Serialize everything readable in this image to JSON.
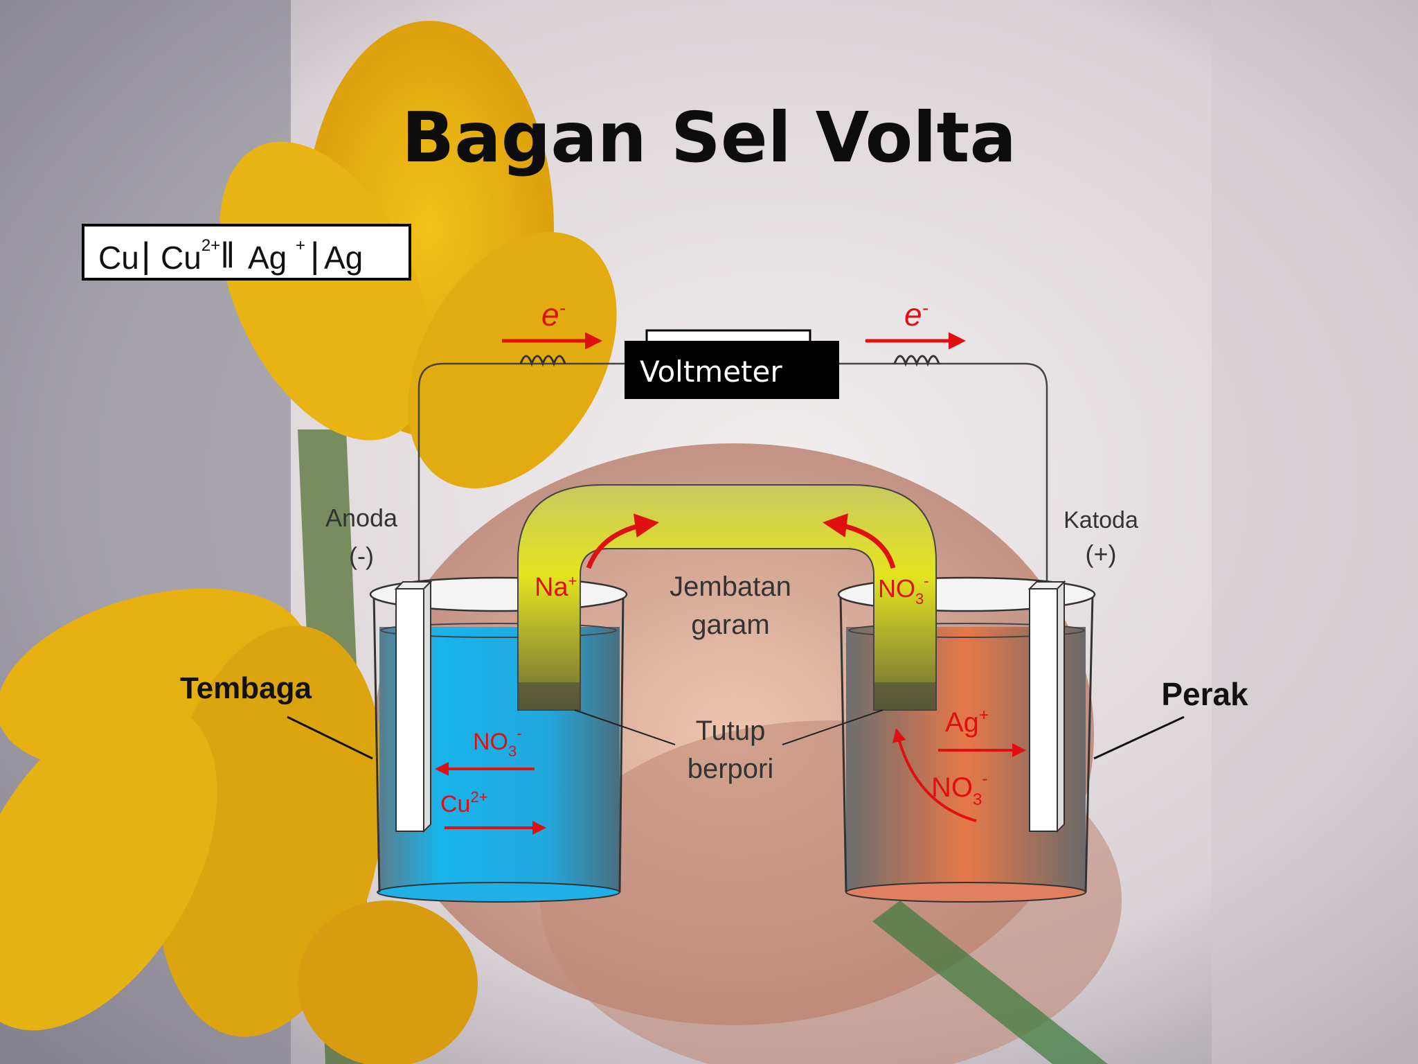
{
  "title": "Bagan Sel Volta",
  "cell_notation": {
    "cu": "Cu",
    "cu_ion": "Cu",
    "cu_charge": "2+",
    "ag_ion": "Ag",
    "ag_charge": "+",
    "ag": "Ag"
  },
  "voltmeter": "Voltmeter",
  "electron_label": "e",
  "electron_charge": "-",
  "anode": {
    "name": "Anoda",
    "sign": "(-)"
  },
  "cathode": {
    "name": "Katoda",
    "sign": "(+)"
  },
  "copper": "Tembaga",
  "silver": "Perak",
  "salt_bridge": {
    "line1": "Jembatan",
    "line2": "garam"
  },
  "porous_plug": {
    "line1": "Tutup",
    "line2": "berpori"
  },
  "ions": {
    "na": "Na",
    "na_charge": "+",
    "no3": "NO",
    "no3_sub": "3",
    "no3_charge": "-",
    "cu": "Cu",
    "cu_charge": "2+",
    "ag": "Ag",
    "ag_charge": "+"
  },
  "colors": {
    "copper_solution": "#29b8e8",
    "silver_solution": "#e8784a",
    "salt_bridge": "#d8d820",
    "arrow": "#e01010"
  }
}
